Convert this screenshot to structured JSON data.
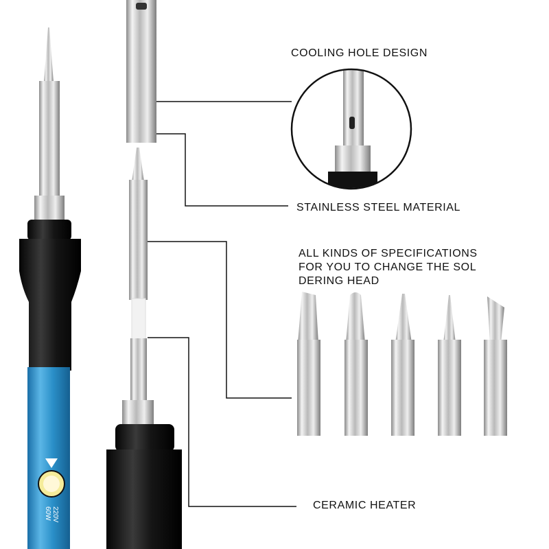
{
  "labels": {
    "cooling": "COOLING HOLE DESIGN",
    "stainless": "STAINLESS STEEL MATERIAL",
    "spec_lines": [
      "ALL KINDS OF SPECIFICATIONS",
      "FOR YOU TO CHANGE THE SOL",
      "DERING HEAD"
    ],
    "ceramic": "CERAMIC HEATER"
  },
  "handle_label": {
    "voltage": "220V",
    "power": "60W"
  },
  "colors": {
    "handle_black": "#151515",
    "shaft_blue": "#2a8fc8",
    "steel": "#c9c9c9",
    "dial_yellow": "#f5ec9a"
  }
}
